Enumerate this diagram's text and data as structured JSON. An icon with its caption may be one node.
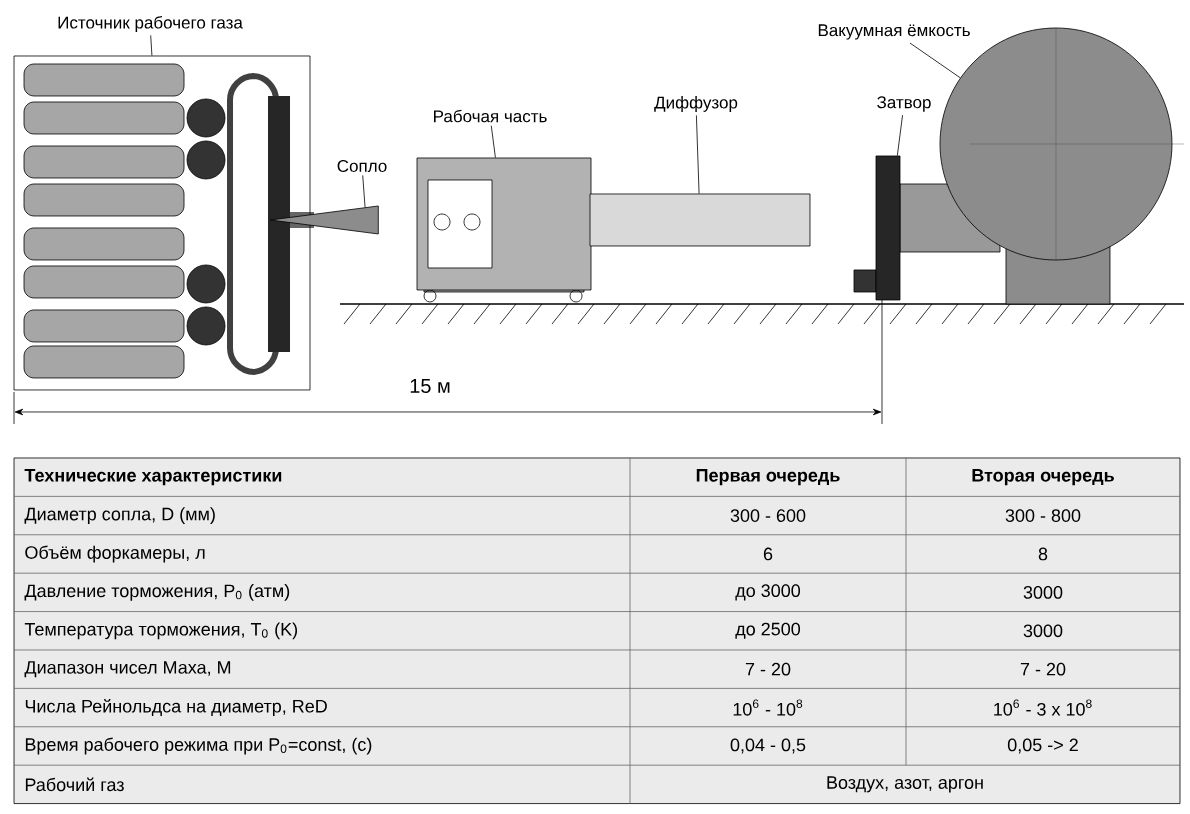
{
  "diagram": {
    "nodes": [
      {
        "text": [
          "Источник рабочего газа"
        ]
      },
      {
        "text": [],
        "shape": "box"
      },
      {
        "text": [
          "Вакуумная ёмкость"
        ]
      },
      {
        "text": [
          "Рабочая часть"
        ]
      },
      {
        "text": [
          "Диффузор"
        ]
      },
      {
        "text": [
          "Затвор"
        ]
      },
      {
        "text": [
          "Сопло"
        ]
      },
      {
        "text": [],
        "shape": "triangle"
      },
      {
        "text": [],
        "shape": "box"
      },
      {
        "text": [],
        "shape": "box"
      },
      {
        "text": [],
        "shape": "bar"
      },
      {
        "text": [],
        "shape": "circle"
      }
    ],
    "edges": [
      {
        "from": 0,
        "to": 1,
        "arrow": "none"
      },
      {
        "from": 2,
        "to": 11,
        "arrow": "none"
      },
      {
        "from": 3,
        "to": 8,
        "arrow": "none"
      },
      {
        "from": 4,
        "to": 9,
        "arrow": "none"
      },
      {
        "from": 5,
        "to": 10,
        "arrow": "none"
      },
      {
        "from": 6,
        "to": 7,
        "arrow": "none"
      }
    ],
    "labels": [
      "15 м",
      "Технические характеристики",
      "Первая очередь",
      "Вторая очередь",
      "Диаметр сопла, D (мм)",
      "300 - 600",
      "300 - 800",
      "Объём форкамеры, л",
      "6",
      "8",
      "Давление торможения, P$_{0}$ (атм)",
      "до 3000",
      "3000",
      "Температура торможения, T$_{0}$ (K)",
      "до 2500",
      "3000",
      "Диапазон чисел Маха, М",
      "7 - 20",
      "7 - 20",
      "Числа Рейнольдса на диаметр, ReD",
      "10$^{6}$ - 10$^{8}$",
      "10$^{6}$ - 3 x 10$^{8}$",
      "Время рабочего режима при P$_{0}$=const, (c)",
      "0,04 - 0,5",
      "0,05 -> 2",
      "Рабочий газ",
      "Воздух, азот, аргон"
    ]
  }
}
